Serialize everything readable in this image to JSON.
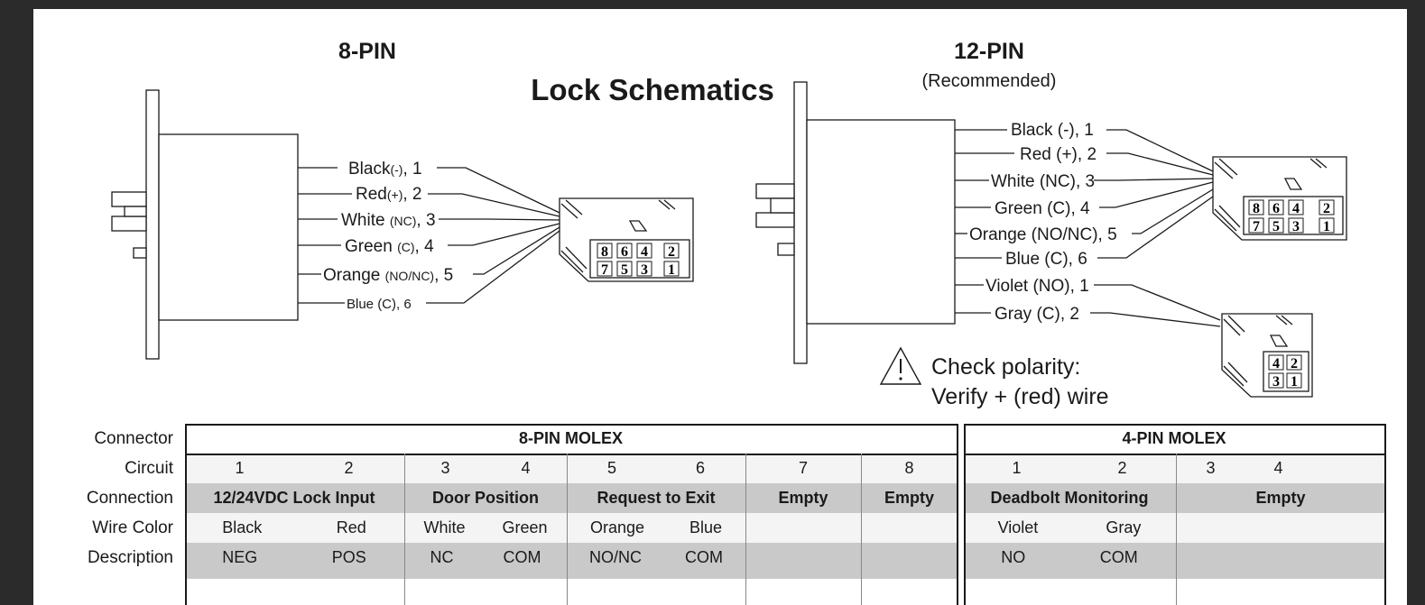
{
  "diagram": {
    "title": "Lock Schematics",
    "left": {
      "heading": "8-PIN",
      "wires": [
        {
          "name": "Black",
          "qual": "(-)",
          "num": ", 1"
        },
        {
          "name": "Red",
          "qual": "(+)",
          "num": ", 2"
        },
        {
          "name": "White ",
          "qual": "(NC)",
          "num": ", 3"
        },
        {
          "name": "Green ",
          "qual": "(C)",
          "num": ", 4"
        },
        {
          "name": "Orange ",
          "qual": "(NO/NC)",
          "num": ", 5"
        },
        {
          "name": "Blue (C), 6",
          "qual": "",
          "num": ""
        }
      ],
      "pins_top": [
        "8",
        "6",
        "4",
        "2"
      ],
      "pins_bottom": [
        "7",
        "5",
        "3",
        "1"
      ]
    },
    "right": {
      "heading": "12-PIN",
      "subheading": "(Recommended)",
      "wires": [
        "Black (-), 1",
        "Red (+), 2",
        "White (NC), 3",
        "Green (C), 4",
        "Orange (NO/NC), 5",
        "Blue (C), 6",
        "Violet (NO), 1",
        "Gray (C), 2"
      ],
      "pins_top": [
        "8",
        "6",
        "4",
        "2"
      ],
      "pins_bottom": [
        "7",
        "5",
        "3",
        "1"
      ],
      "small_pins_top": [
        "4",
        "2"
      ],
      "small_pins_bottom": [
        "3",
        "1"
      ]
    },
    "warning": {
      "icon": "warning-triangle-icon",
      "line1": "Check  polarity:",
      "line2": "Verify + (red)  wire"
    }
  },
  "table": {
    "row_labels": {
      "connector": "Connector",
      "circuit": "Circuit",
      "connection": "Connection",
      "wire_color": "Wire Color",
      "description": "Description"
    },
    "connectors": {
      "molex8": "8-PIN MOLEX",
      "molex4": "4-PIN MOLEX"
    },
    "groups": [
      {
        "circuit": [
          "1",
          "2"
        ],
        "connection": "12/24VDC Lock Input",
        "wire": [
          "Black",
          "Red"
        ],
        "desc": [
          "NEG",
          "POS"
        ]
      },
      {
        "circuit": [
          "3",
          "4"
        ],
        "connection": "Door Position",
        "wire": [
          "White",
          "Green"
        ],
        "desc": [
          "NC",
          "COM"
        ]
      },
      {
        "circuit": [
          "5",
          "6"
        ],
        "connection": "Request to Exit",
        "wire": [
          "Orange",
          "Blue"
        ],
        "desc": [
          "NO/NC",
          "COM"
        ]
      },
      {
        "circuit": [
          "7"
        ],
        "connection": "Empty",
        "wire": [],
        "desc": []
      },
      {
        "circuit": [
          "8"
        ],
        "connection": "Empty",
        "wire": [],
        "desc": []
      },
      {
        "circuit": [
          "1",
          "2"
        ],
        "connection": "Deadbolt Monitoring",
        "wire": [
          "Violet",
          "Gray"
        ],
        "desc": [
          "NO",
          "COM"
        ]
      },
      {
        "circuit": [
          "3",
          "4"
        ],
        "connection": "Empty",
        "wire": [],
        "desc": []
      }
    ]
  }
}
